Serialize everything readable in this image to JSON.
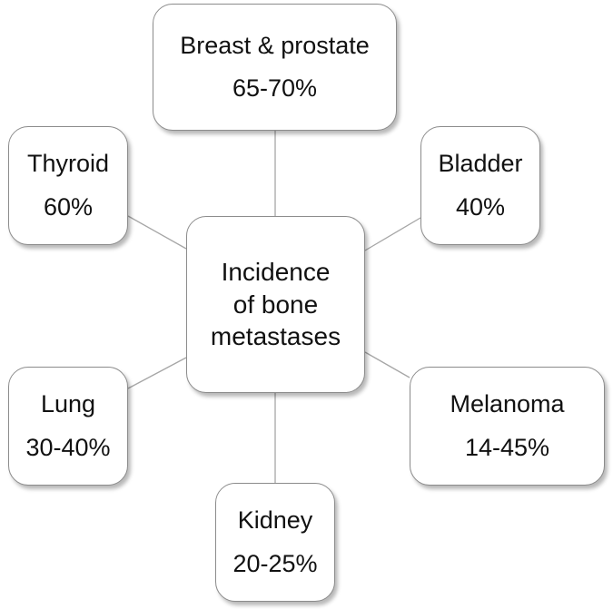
{
  "diagram": {
    "center": {
      "lines": [
        "Incidence",
        "of bone",
        "metastases"
      ]
    },
    "nodes": [
      {
        "id": "breast",
        "label": "Breast & prostate",
        "value": "65-70%"
      },
      {
        "id": "thyroid",
        "label": "Thyroid",
        "value": "60%"
      },
      {
        "id": "bladder",
        "label": "Bladder",
        "value": "40%"
      },
      {
        "id": "lung",
        "label": "Lung",
        "value": "30-40%"
      },
      {
        "id": "melanoma",
        "label": "Melanoma",
        "value": "14-45%"
      },
      {
        "id": "kidney",
        "label": "Kidney",
        "value": "20-25%"
      }
    ],
    "colors": {
      "border": "#8c8c8c",
      "connector": "#a6a6a6",
      "text": "#111111",
      "background": "#ffffff"
    }
  }
}
